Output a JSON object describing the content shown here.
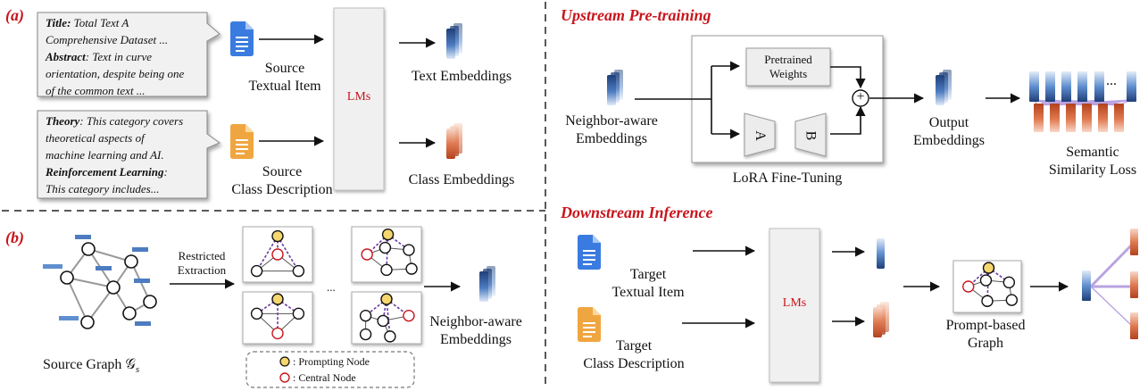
{
  "panel_a": {
    "tag": "(a)",
    "text_note": {
      "line1_key": "Title:",
      "line1_rest": " Total Text A",
      "line2": "Comprehensive Dataset ...",
      "line3_key": "Abstract",
      "line3_rest": ": Text in curve",
      "line4": "orientation, despite being one",
      "line5": "of the common text ..."
    },
    "class_note": {
      "line1_key": "Theory",
      "line1_rest": ": This category covers",
      "line2": "theoretical aspects of",
      "line3": "machine learning and AI.",
      "line4_key": "Reinforcement Learning",
      "line4_rest": ":",
      "line5": "This category includes..."
    },
    "source_textual_item": [
      "Source",
      "Textual Item"
    ],
    "source_class_description": [
      "Source",
      "Class Description"
    ],
    "lms": "LMs",
    "text_embeddings": "Text Embeddings",
    "class_embeddings": "Class Embeddings"
  },
  "panel_b": {
    "tag": "(b)",
    "source_graph": "Source Graph 𝒢",
    "source_graph_sub": "s",
    "restricted_extraction": [
      "Restricted",
      "Extraction"
    ],
    "ellipsis": "...",
    "neighbor_aware_embeddings": [
      "Neighbor-aware",
      "Embeddings"
    ],
    "legend": {
      "prompting_node": ": Prompting Node",
      "central_node": ": Central Node"
    }
  },
  "upstream": {
    "title": "Upstream Pre-training",
    "input": [
      "Neighbor-aware",
      "Embeddings"
    ],
    "pretrained_weights": [
      "Pretrained",
      "Weights"
    ],
    "matrix_a": "A",
    "matrix_b": "B",
    "plus": "+",
    "lora": "LoRA Fine-Tuning",
    "output": [
      "Output",
      "Embeddings"
    ],
    "loss": [
      "Semantic",
      "Similarity Loss"
    ],
    "loss_ellipsis": "..."
  },
  "downstream": {
    "title": "Downstream Inference",
    "target_textual_item": [
      "Target",
      "Textual Item"
    ],
    "target_class_description": [
      "Target",
      "Class Description"
    ],
    "lms": "LMs",
    "prompt_graph": [
      "Prompt-based",
      "Graph"
    ]
  },
  "colors": {
    "accent_red": "#c8161d",
    "blue_embed": "#2f5d9a",
    "orange_embed": "#c8582f",
    "doc_blue": "#3a7be0",
    "doc_orange": "#f0a640",
    "prompt_node": "#f5d76e",
    "purple_edge": "#6a3aa0"
  },
  "icons": [
    "document-icon",
    "embedding-stack-icon",
    "plus-circle-icon"
  ]
}
